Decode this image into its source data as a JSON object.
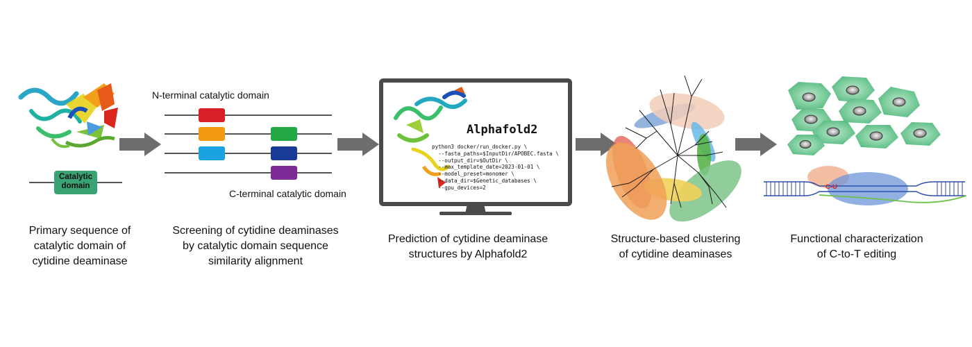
{
  "steps": [
    {
      "caption_lines": [
        "Primary sequence of",
        "catalytic domain of",
        "cytidine deaminase"
      ]
    },
    {
      "caption_lines": [
        "Screening of cytidine deaminases",
        "by catalytic domain sequence",
        "similarity alignment"
      ]
    },
    {
      "caption_lines": [
        "Prediction of cytidine deaminase",
        "structures by Alphafold2"
      ]
    },
    {
      "caption_lines": [
        "Structure-based clustering",
        "of cytidine deaminases"
      ]
    },
    {
      "caption_lines": [
        "Functional characterization",
        "of C-to-T editing"
      ]
    }
  ],
  "panel1": {
    "domain_label_lines": [
      "Catalytic",
      "domain"
    ]
  },
  "panel2": {
    "n_terminal_label": "N-terminal catalytic domain",
    "c_terminal_label": "C-terminal catalytic domain",
    "domain_colors": [
      "#d81f2a",
      "#f39a12",
      "#1aa3e0",
      "#22a844",
      "#183c96",
      "#7b2a96"
    ]
  },
  "panel3": {
    "title": "Alphafold2",
    "command_lines": [
      "python3 docker/run_docker.py \\",
      "  --fasta_paths=$InputDir/APOBEC.fasta \\",
      "  --output_dir=$OutDir \\",
      "  --max_template_date=2023-01-01 \\",
      "  --model_preset=monomer \\",
      "  --data_dir=$Genetic_databases \\",
      "  --gpu_devices=2"
    ]
  },
  "panel5": {
    "edit_label": "C-U"
  },
  "colors": {
    "arrow": "#6d6d6d",
    "domain_green": "#3aa374",
    "cell_green": "#5cc28a"
  }
}
